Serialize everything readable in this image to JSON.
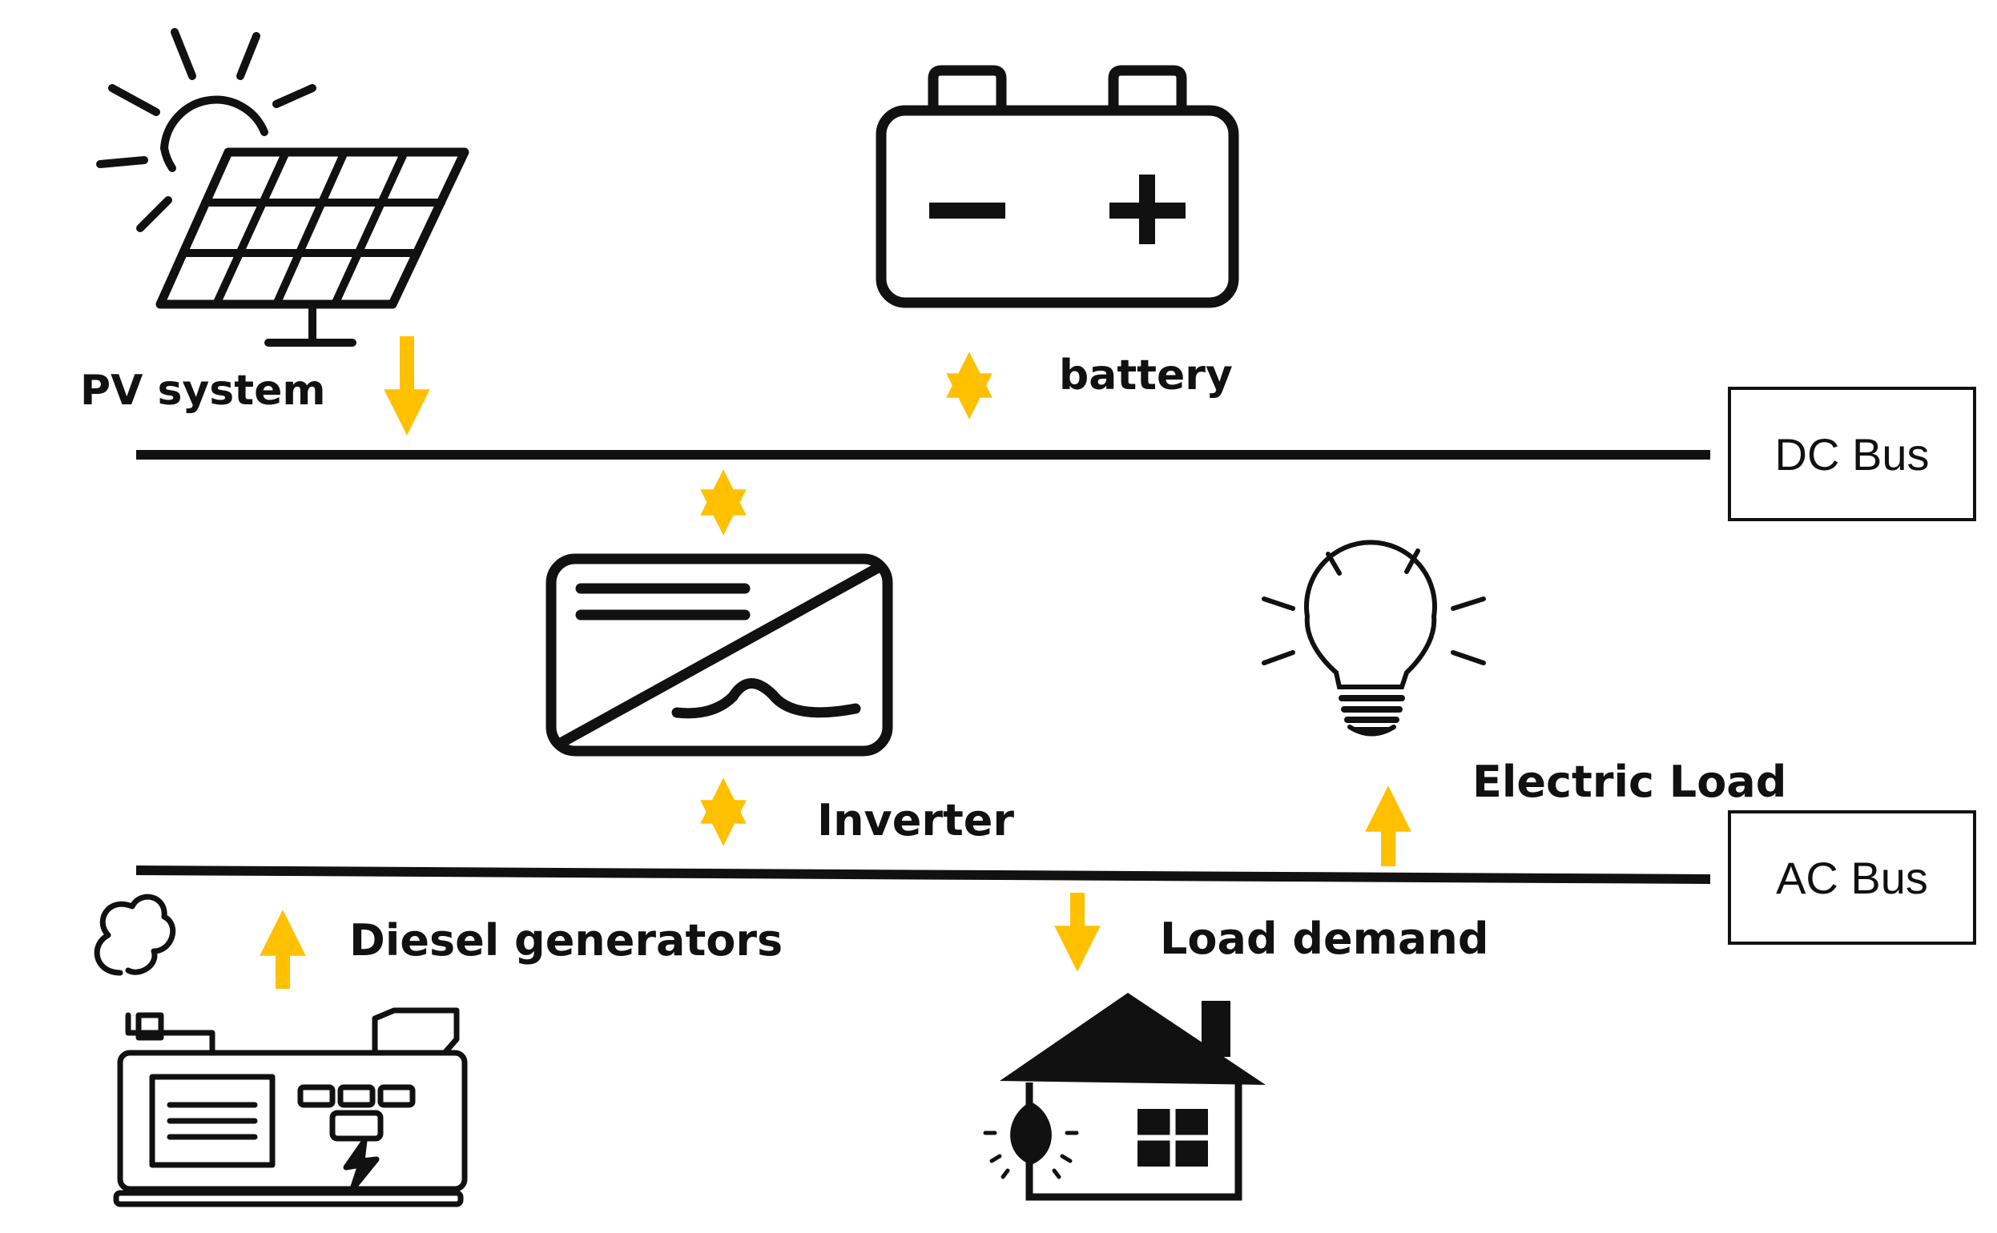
{
  "labels": {
    "pv_system": "PV system",
    "battery": "battery",
    "inverter": "Inverter",
    "electric_load": "Electric Load",
    "diesel_generators": "Diesel generators",
    "load_demand": "Load demand"
  },
  "buses": {
    "dc": "DC Bus",
    "ac": "AC Bus"
  },
  "icons": {
    "pv": "solar-panel-icon",
    "battery": "battery-icon",
    "inverter": "inverter-icon",
    "bulb": "light-bulb-icon",
    "generator": "diesel-generator-icon",
    "house": "house-icon"
  },
  "colors": {
    "arrow": "#FFC000",
    "line": "#111111"
  }
}
